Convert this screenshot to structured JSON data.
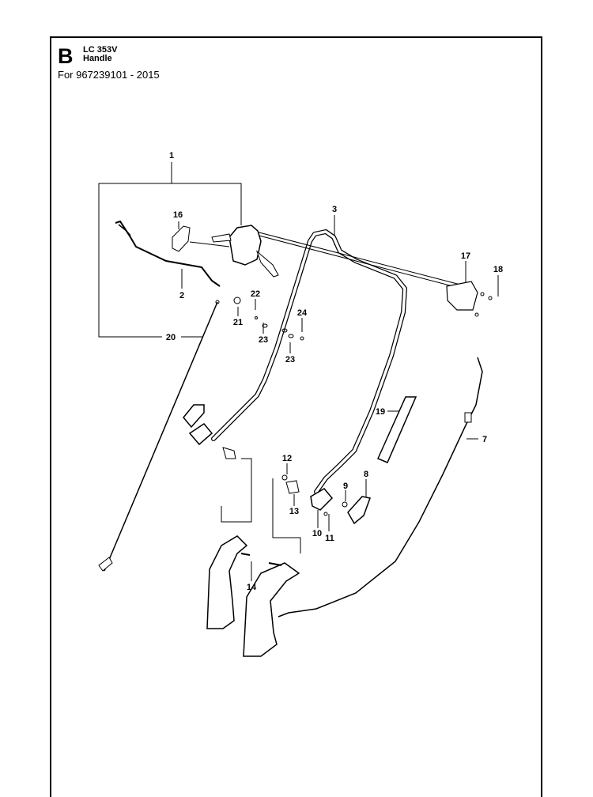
{
  "header": {
    "letter": "B",
    "model": "LC 353V",
    "part_group": "Handle",
    "applicability": "For 967239101 - 2015"
  },
  "callouts": [
    "1",
    "16",
    "3",
    "17",
    "18",
    "2",
    "22",
    "21",
    "24",
    "23",
    "23",
    "20",
    "19",
    "7",
    "12",
    "8",
    "9",
    "13",
    "10",
    "11",
    "14"
  ]
}
